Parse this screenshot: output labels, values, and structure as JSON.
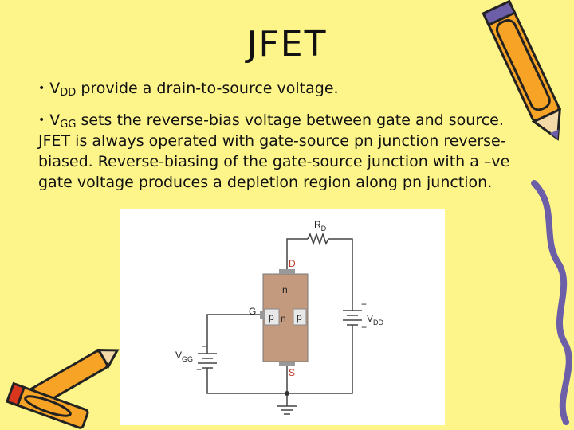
{
  "slide": {
    "title": "JFET",
    "bullet1": {
      "prefix": "V",
      "sub": "DD",
      "text": " provide a drain-to-source voltage."
    },
    "bullet2": {
      "prefix": "V",
      "sub": "GG",
      "text": " sets the reverse-bias voltage between gate and source. JFET is always operated with gate-source pn junction reverse-biased. Reverse-biasing of the gate-source junction with a –ve gate voltage produces a depletion region along pn junction."
    }
  },
  "circuit": {
    "resistor_label": "R",
    "resistor_sub": "D",
    "drain_label": "D",
    "source_label": "S",
    "gate_label": "G",
    "channel_label": "n",
    "channel_label_inner": "n",
    "p_left": "p",
    "p_right": "p",
    "vdd_label": "V",
    "vdd_sub": "DD",
    "vgg_label": "V",
    "vgg_sub": "GG",
    "plus": "+",
    "minus": "−"
  },
  "colors": {
    "background": "#fdf58a",
    "channel": "#c49a7f",
    "accent_red": "#c0392b"
  },
  "decorations": {
    "top_right": "pencil-icon",
    "bottom_left": "pencils-icon"
  }
}
